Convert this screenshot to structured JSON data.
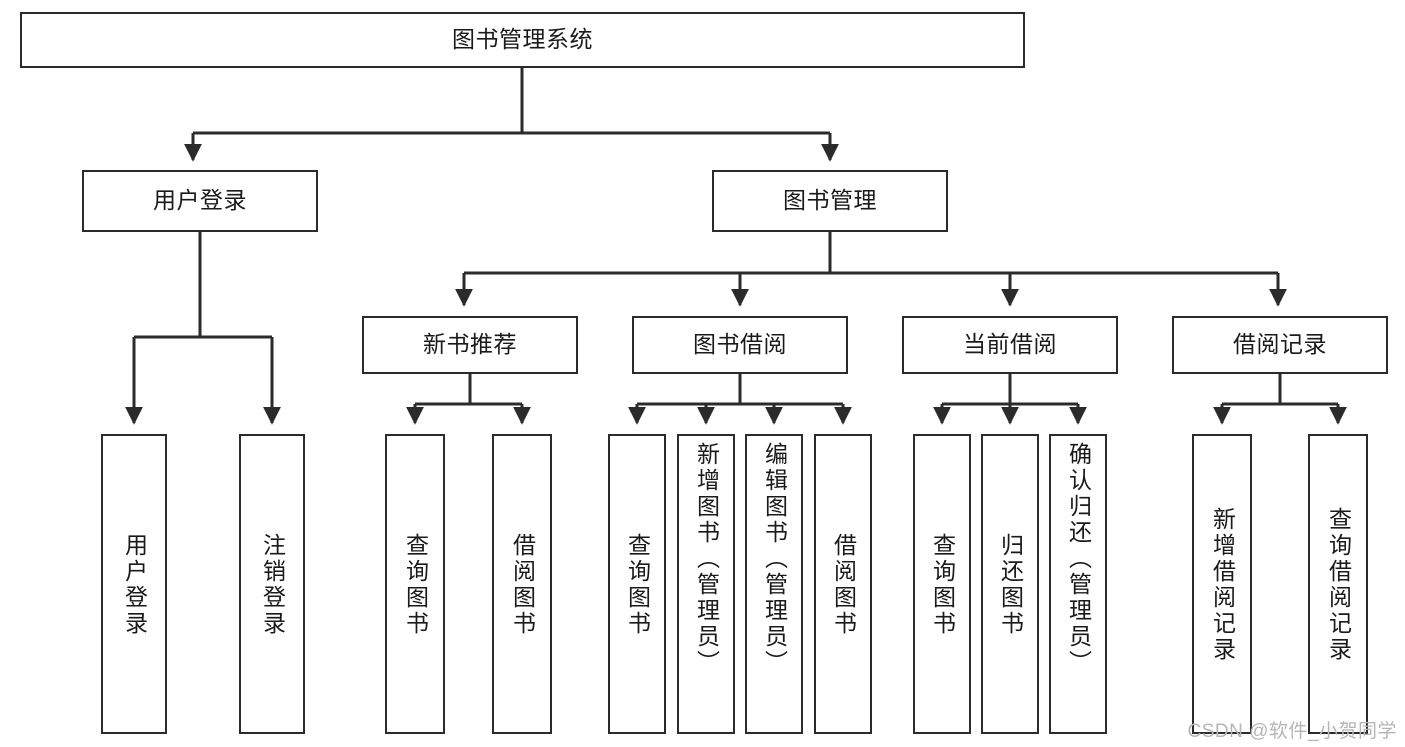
{
  "diagram": {
    "type": "tree-hierarchy",
    "title": "图书管理系统",
    "watermark": "CSDN @软件_小贺同学",
    "colors": {
      "box_border": "#2b2b2b",
      "box_fill": "#ffffff",
      "connector": "#2b2b2b",
      "text": "#1a1a1a",
      "watermark": "#b6b6b6"
    },
    "root": {
      "label": "图书管理系统"
    },
    "level1": [
      {
        "id": "user-login",
        "label": "用户登录"
      },
      {
        "id": "book-management",
        "label": "图书管理"
      }
    ],
    "level2": [
      {
        "id": "new-book-recommend",
        "label": "新书推荐",
        "parent": "book-management"
      },
      {
        "id": "book-borrow",
        "label": "图书借阅",
        "parent": "book-management"
      },
      {
        "id": "current-borrow",
        "label": "当前借阅",
        "parent": "book-management"
      },
      {
        "id": "borrow-record",
        "label": "借阅记录",
        "parent": "book-management"
      }
    ],
    "leaves": [
      {
        "id": "leaf-user-login",
        "label": "用户登录",
        "parent": "user-login"
      },
      {
        "id": "leaf-logout-login",
        "label": "注销登录",
        "parent": "user-login"
      },
      {
        "id": "leaf-query-book-1",
        "label": "查询图书",
        "parent": "new-book-recommend"
      },
      {
        "id": "leaf-borrow-book-1",
        "label": "借阅图书",
        "parent": "new-book-recommend"
      },
      {
        "id": "leaf-query-book-2",
        "label": "查询图书",
        "parent": "book-borrow"
      },
      {
        "id": "leaf-add-book",
        "label": "新增图书（管理员）",
        "parent": "book-borrow"
      },
      {
        "id": "leaf-edit-book",
        "label": "编辑图书（管理员）",
        "parent": "book-borrow"
      },
      {
        "id": "leaf-borrow-book-2",
        "label": "借阅图书",
        "parent": "book-borrow"
      },
      {
        "id": "leaf-query-book-3",
        "label": "查询图书",
        "parent": "current-borrow"
      },
      {
        "id": "leaf-return-book",
        "label": "归还图书",
        "parent": "current-borrow"
      },
      {
        "id": "leaf-confirm-return",
        "label": "确认归还（管理员）",
        "parent": "current-borrow"
      },
      {
        "id": "leaf-add-record",
        "label": "新增借阅记录",
        "parent": "borrow-record"
      },
      {
        "id": "leaf-query-record",
        "label": "查询借阅记录",
        "parent": "borrow-record"
      }
    ]
  }
}
